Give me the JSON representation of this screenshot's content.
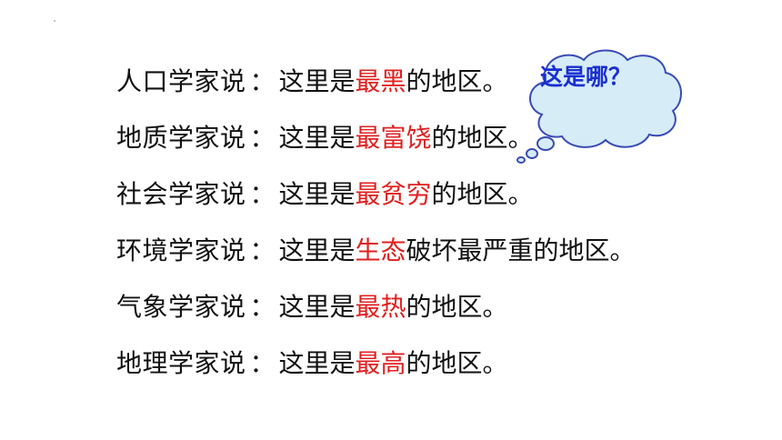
{
  "lines": [
    {
      "speaker": "人口学家说",
      "colon": "：",
      "prefix": "这里是",
      "highlight": "最黑",
      "suffix": "的地区。"
    },
    {
      "speaker": "地质学家说",
      "colon": "：",
      "prefix": "这里是",
      "highlight": "最富饶",
      "suffix": "的地区。"
    },
    {
      "speaker": "社会学家说",
      "colon": "：",
      "prefix": "这里是",
      "highlight": "最贫穷",
      "suffix": "的地区。"
    },
    {
      "speaker": "环境学家说",
      "colon": "：",
      "prefix": "这里是",
      "highlight": "生态",
      "suffix": "破坏最严重的地区。"
    },
    {
      "speaker": "气象学家说",
      "colon": "：",
      "prefix": "这里是",
      "highlight": "最热",
      "suffix": "的地区。"
    },
    {
      "speaker": "地理学家说",
      "colon": "：",
      "prefix": "这里是",
      "highlight": "最高",
      "suffix": "的地区。"
    }
  ],
  "bubble": {
    "text": "这是哪？"
  },
  "colors": {
    "highlight": "#e02020",
    "bubble_text": "#1a2fd0",
    "bubble_fill": "#d6ecf7",
    "bubble_stroke": "#3a4bb5"
  }
}
